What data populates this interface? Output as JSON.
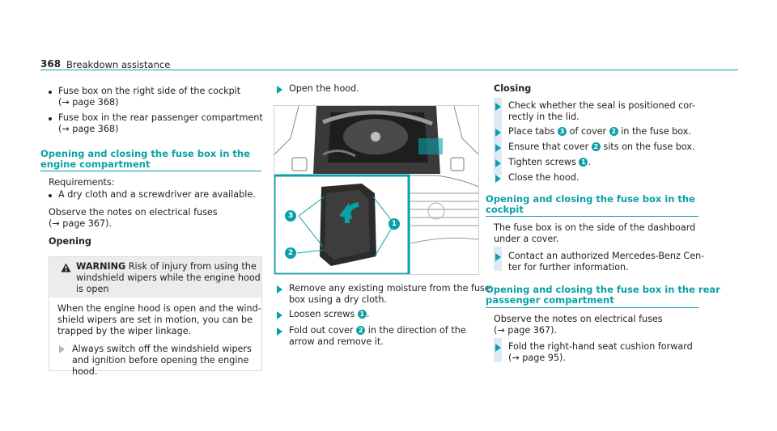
{
  "header": {
    "page_number": "368",
    "running_title": "Breakdown assistance"
  },
  "col1": {
    "bullets": [
      {
        "line1": "Fuse box on the right side of the cockpit",
        "line2": "(→ page 368)"
      },
      {
        "line1": "Fuse box in the rear passenger compartment",
        "line2": "(→ page 368)"
      }
    ],
    "section_heading_line1": "Opening and closing the fuse box in the",
    "section_heading_line2": "engine compartment",
    "requirements_label": "Requirements:",
    "requirement_item": "A dry cloth and a screwdriver are available.",
    "observe_line1": "Observe the notes on electrical fuses",
    "observe_line2": "(→ page 367).",
    "opening_label": "Opening",
    "warning": {
      "title": "WARNING",
      "head_line1_rest": "Risk of injury from using the",
      "head_line2": "windshield wipers while the engine hood",
      "head_line3": "is open",
      "body_line1": "When the engine hood is open and the wind-",
      "body_line2": "shield wipers are set in motion, you can be",
      "body_line3": "trapped by the wiper linkage.",
      "step_line1": "Always switch off the windshield wipers",
      "step_line2": "and ignition before opening the engine",
      "step_line3": "hood."
    }
  },
  "col2": {
    "step_open_hood": "Open the hood.",
    "figure_callouts": [
      "3",
      "1",
      "2"
    ],
    "step_remove_line1": "Remove any existing moisture from the fuse",
    "step_remove_line2": "box using a dry cloth.",
    "step_loosen": "Loosen screws",
    "step_loosen_num": "1",
    "step_fold_line1_a": "Fold out cover",
    "step_fold_num": "2",
    "step_fold_line1_b": "in the direction of the",
    "step_fold_line2": "arrow and remove it."
  },
  "col3": {
    "closing_label": "Closing",
    "step1_line1": "Check whether the seal is positioned cor-",
    "step1_line2": "rectly in the lid.",
    "step2_a": "Place tabs",
    "step2_num1": "3",
    "step2_b": "of cover",
    "step2_num2": "2",
    "step2_c": "in the fuse box.",
    "step3_a": "Ensure that cover",
    "step3_num": "2",
    "step3_b": "sits on the fuse box.",
    "step4_a": "Tighten screws",
    "step4_num": "1",
    "step5": "Close the hood.",
    "cockpit_heading_line1": "Opening and closing the fuse box in the",
    "cockpit_heading_line2": "cockpit",
    "cockpit_text_line1": "The fuse box is on the side of the dashboard",
    "cockpit_text_line2": "under a cover.",
    "cockpit_step_line1": "Contact an authorized Mercedes-Benz Cen-",
    "cockpit_step_line2": "ter for further information.",
    "rear_heading_line1": "Opening and closing the fuse box in the rear",
    "rear_heading_line2": "passenger compartment",
    "rear_observe_line1": "Observe the notes on electrical fuses",
    "rear_observe_line2": "(→ page 367).",
    "rear_step_line1": "Fold the right-hand seat cushion forward",
    "rear_step_line2": "(→ page 95)."
  },
  "colors": {
    "accent": "#0aa0a8"
  },
  "icons": [
    "warning-triangle-icon",
    "step-arrow-icon",
    "bullet-dot-icon"
  ]
}
